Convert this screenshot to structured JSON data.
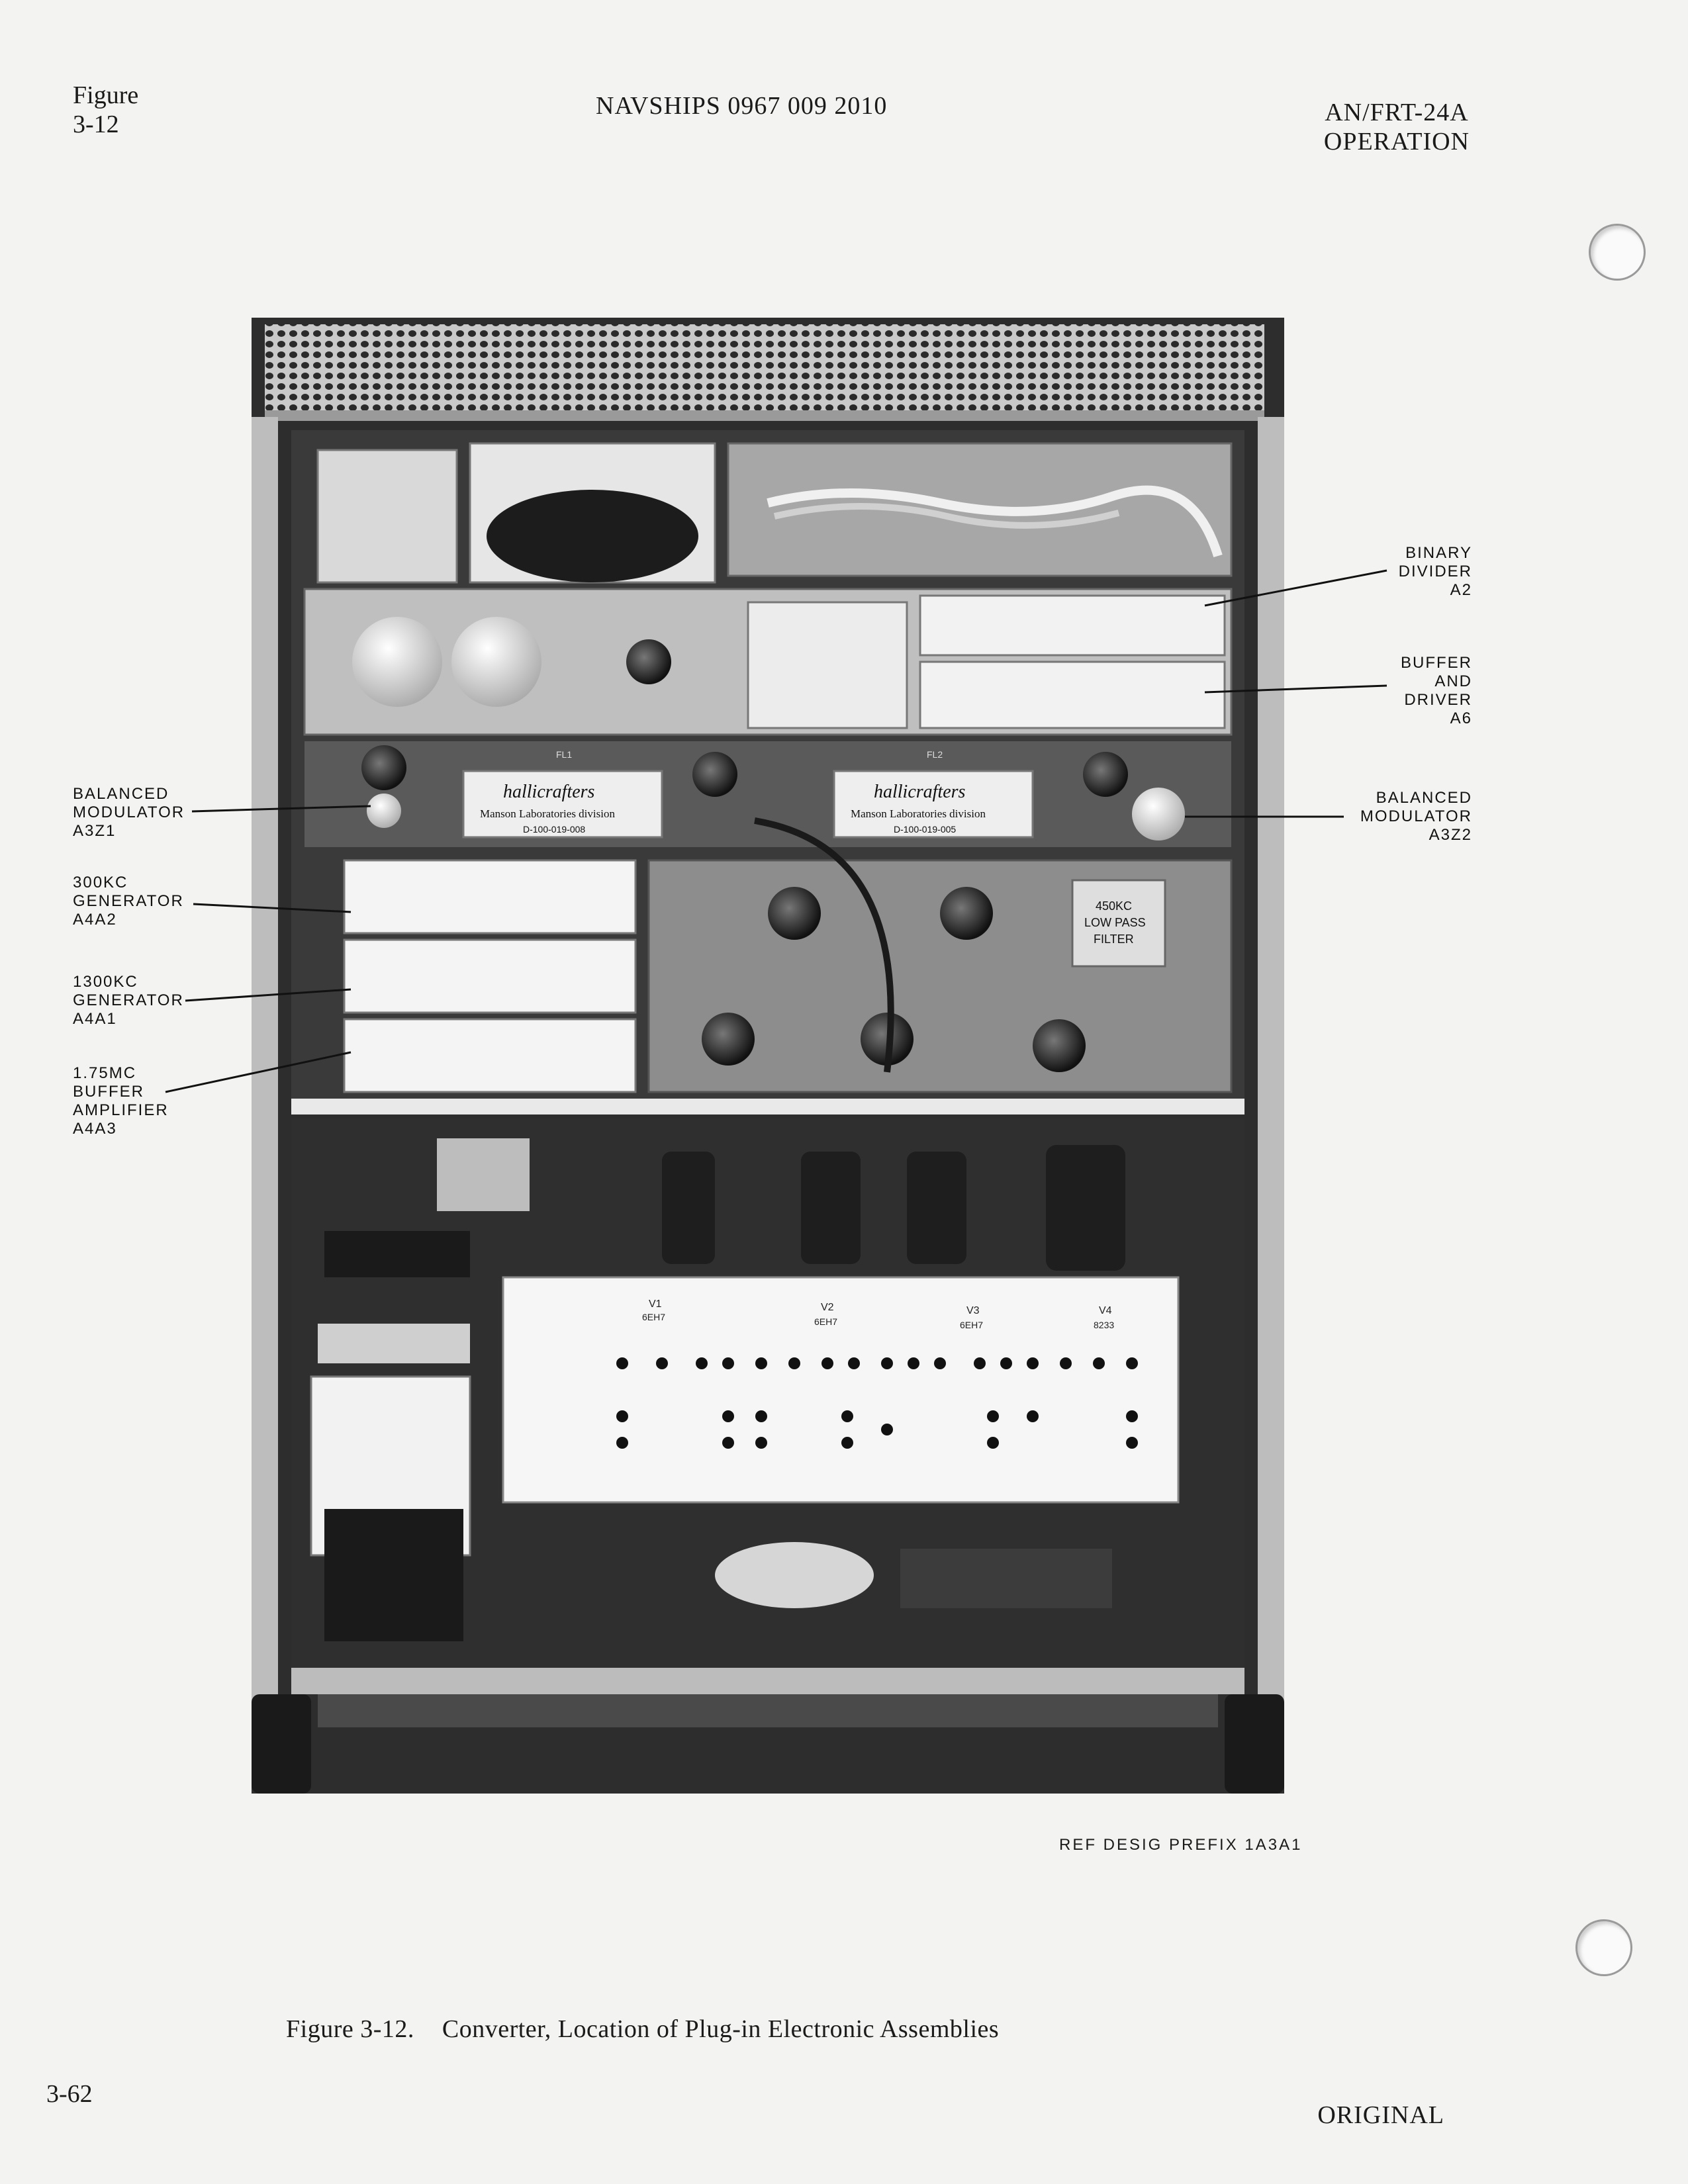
{
  "header": {
    "figure_word": "Figure",
    "figure_number": "3-12",
    "document_number": "NAVSHIPS 0967 009 2010",
    "equipment": "AN/FRT-24A",
    "section": "OPERATION"
  },
  "callouts_left": [
    {
      "lines": [
        "BALANCED",
        "MODULATOR",
        "A3Z1"
      ]
    },
    {
      "lines": [
        "300KC",
        "GENERATOR",
        "A4A2"
      ]
    },
    {
      "lines": [
        "1300KC",
        "GENERATOR",
        "A4A1"
      ]
    },
    {
      "lines": [
        "1.75MC",
        "BUFFER",
        "AMPLIFIER",
        "A4A3"
      ]
    }
  ],
  "callouts_right": [
    {
      "lines": [
        "BINARY",
        "DIVIDER",
        "A2"
      ]
    },
    {
      "lines": [
        "BUFFER",
        "AND",
        "DRIVER",
        "A6"
      ]
    },
    {
      "lines": [
        "BALANCED",
        "MODULATOR",
        "A3Z2"
      ]
    }
  ],
  "photo_labels": {
    "filter_brand": "hallicrafters",
    "filter_maker": "Manson Laboratories division",
    "filter_part_1": "D-100-019-008",
    "filter_part_2": "D-100-019-005",
    "fl1": "FL1",
    "fl2": "FL2",
    "lp_filter_line1": "450KC",
    "lp_filter_line2": "LOW PASS",
    "lp_filter_line3": "FILTER",
    "tube_v1": "V1",
    "tube_v2": "V2",
    "tube_v3": "V3",
    "tube_v4": "V4",
    "tube_type_1": "6EH7",
    "tube_type_2": "6EH7",
    "tube_type_3": "6EH7",
    "tube_type_4": "8233"
  },
  "reference": "REF DESIG PREFIX 1A3A1",
  "caption": {
    "number": "Figure 3-12.",
    "text": "Converter, Location of Plug-in Electronic Assemblies"
  },
  "footer": {
    "page": "3-62",
    "status": "ORIGINAL"
  }
}
